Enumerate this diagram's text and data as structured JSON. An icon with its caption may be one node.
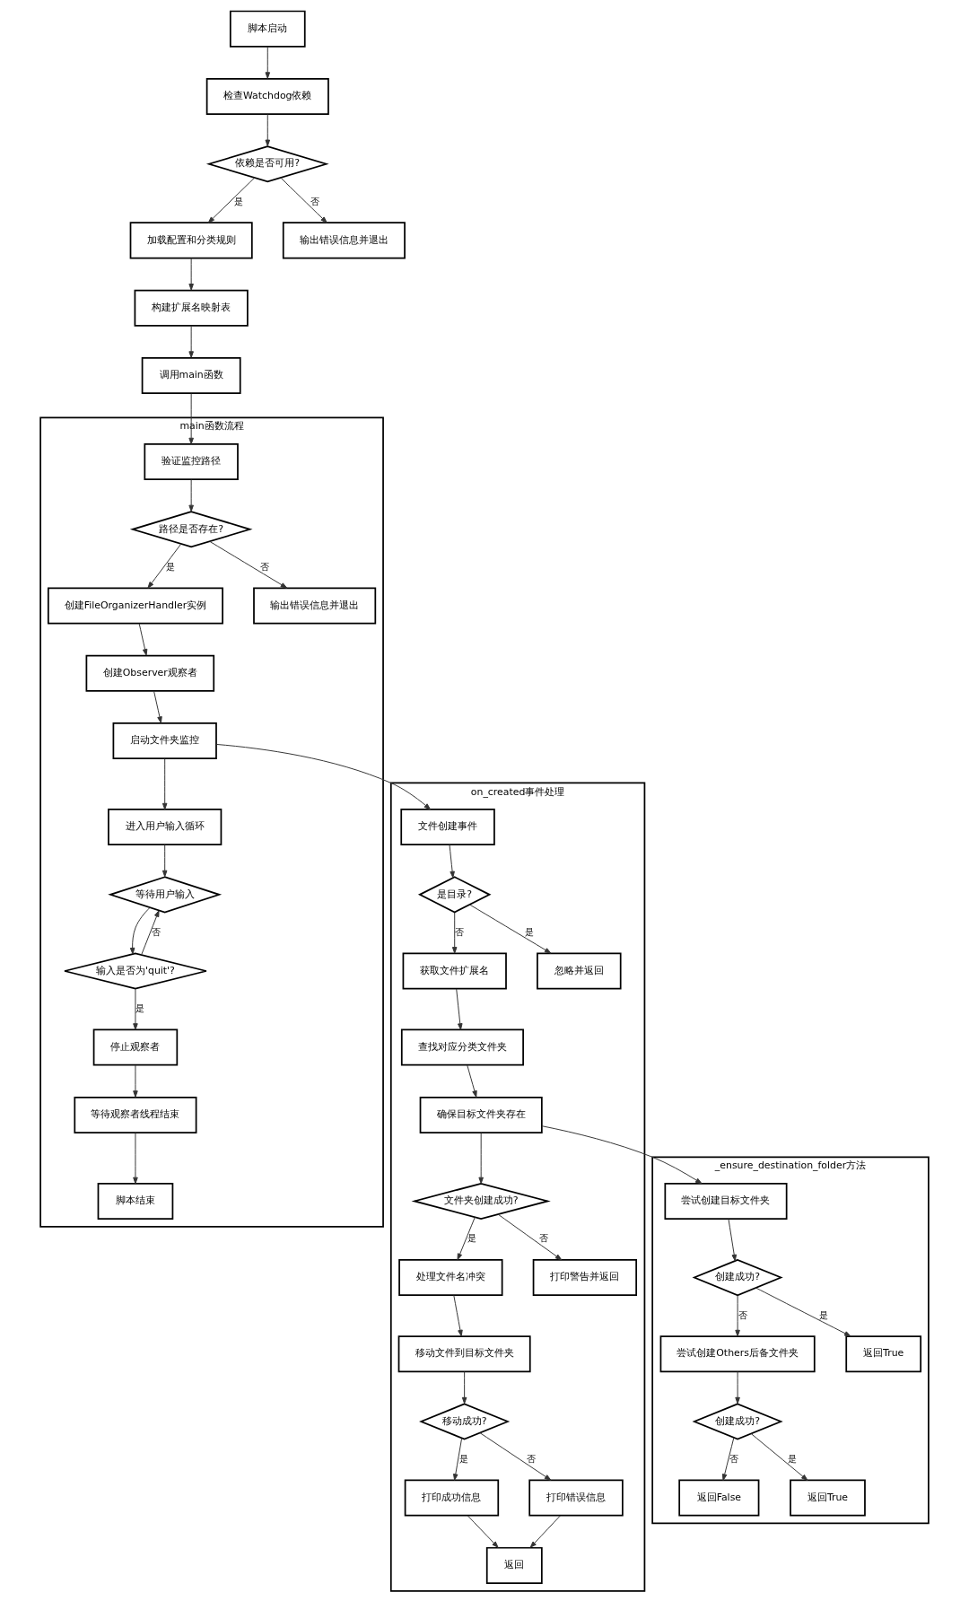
{
  "diagram": {
    "nodes": [
      {
        "text": [
          "脚本启动"
        ]
      },
      {
        "text": [
          "检查Watchdog依赖"
        ]
      },
      {
        "text": [
          "依赖是否可用?"
        ]
      },
      {
        "text": [
          "加载配置和分类规则"
        ]
      },
      {
        "text": [
          "输出错误信息并退出"
        ]
      },
      {
        "text": [
          "构建扩展名映射表"
        ]
      },
      {
        "text": [
          "调用main函数"
        ]
      },
      {
        "text": [
          "main函数流程"
        ]
      },
      {
        "text": [
          "验证监控路径"
        ],
        "in": 7
      },
      {
        "text": [
          "路径是否存在?"
        ],
        "in": 7
      },
      {
        "text": [
          "创建FileOrganizerHandler实例"
        ],
        "in": 7
      },
      {
        "text": [
          "输出错误信息并退出"
        ],
        "in": 7
      },
      {
        "text": [
          "创建Observer观察者"
        ],
        "in": 7
      },
      {
        "text": [
          "启动文件夹监控"
        ],
        "in": 7
      },
      {
        "text": [
          "进入用户输入循环"
        ],
        "in": 7
      },
      {
        "text": [
          "等待用户输入"
        ],
        "in": 7
      },
      {
        "text": [
          "输入是否为'quit'?"
        ],
        "in": 7
      },
      {
        "text": [
          "停止观察者"
        ],
        "in": 7
      },
      {
        "text": [
          "等待观察者线程结束"
        ],
        "in": 7
      },
      {
        "text": [
          "脚本结束"
        ],
        "in": 7
      },
      {
        "text": [
          "on_created事件处理"
        ]
      },
      {
        "text": [
          "文件创建事件"
        ],
        "in": 20
      },
      {
        "text": [
          "是目录?"
        ],
        "in": 20
      },
      {
        "text": [
          "获取文件扩展名"
        ],
        "in": 20
      },
      {
        "text": [
          "忽略并返回"
        ],
        "in": 20
      },
      {
        "text": [
          "查找对应分类文件夹"
        ],
        "in": 20
      },
      {
        "text": [
          "确保目标文件夹存在"
        ],
        "in": 20
      },
      {
        "text": [
          "文件夹创建成功?"
        ],
        "in": 20
      },
      {
        "text": [
          "处理文件名冲突"
        ],
        "in": 20
      },
      {
        "text": [
          "打印警告并返回"
        ],
        "in": 20
      },
      {
        "text": [
          "移动文件到目标文件夹"
        ],
        "in": 20
      },
      {
        "text": [
          "移动成功?"
        ],
        "in": 20
      },
      {
        "text": [
          "打印成功信息"
        ],
        "in": 20
      },
      {
        "text": [
          "打印错误信息"
        ],
        "in": 20
      },
      {
        "text": [
          "返回"
        ],
        "in": 20
      },
      {
        "text": [
          "_ensure_destination_folder方法"
        ]
      },
      {
        "text": [
          "尝试创建目标文件夹"
        ],
        "in": 35
      },
      {
        "text": [
          "创建成功?"
        ],
        "in": 35
      },
      {
        "text": [
          "尝试创建Others后备文件夹"
        ],
        "in": 35
      },
      {
        "text": [
          "返回True"
        ],
        "in": 35
      },
      {
        "text": [
          "创建成功?"
        ],
        "in": 35
      },
      {
        "text": [
          "返回False"
        ],
        "in": 35
      },
      {
        "text": [
          "返回True"
        ],
        "in": 35
      }
    ],
    "edges": [
      {
        "from": 0,
        "to": 1,
        "arrow": "to"
      },
      {
        "from": 1,
        "to": 2,
        "arrow": "to"
      },
      {
        "from": 2,
        "to": 3,
        "label": "是",
        "arrow": "to"
      },
      {
        "from": 2,
        "to": 4,
        "label": "否",
        "arrow": "to"
      },
      {
        "from": 3,
        "to": 5,
        "arrow": "to"
      },
      {
        "from": 5,
        "to": 6,
        "arrow": "to"
      },
      {
        "from": 6,
        "to": 8,
        "arrow": "to"
      },
      {
        "from": 8,
        "to": 9,
        "arrow": "to"
      },
      {
        "from": 9,
        "to": 10,
        "label": "是",
        "arrow": "to"
      },
      {
        "from": 9,
        "to": 11,
        "label": "否",
        "arrow": "to"
      },
      {
        "from": 10,
        "to": 12,
        "arrow": "to"
      },
      {
        "from": 12,
        "to": 13,
        "arrow": "to"
      },
      {
        "from": 13,
        "to": 21,
        "arrow": "to"
      },
      {
        "from": 13,
        "to": 14,
        "arrow": "to"
      },
      {
        "from": 14,
        "to": 15,
        "arrow": "to"
      },
      {
        "from": 15,
        "to": 16,
        "arrow": "to"
      },
      {
        "from": 16,
        "to": 15,
        "label": "否",
        "arrow": "to"
      },
      {
        "from": 16,
        "to": 17,
        "label": "是",
        "arrow": "to"
      },
      {
        "from": 17,
        "to": 18,
        "arrow": "to"
      },
      {
        "from": 18,
        "to": 19,
        "arrow": "to"
      },
      {
        "from": 21,
        "to": 22,
        "arrow": "to"
      },
      {
        "from": 22,
        "to": 23,
        "label": "否",
        "arrow": "to"
      },
      {
        "from": 22,
        "to": 24,
        "label": "是",
        "arrow": "to"
      },
      {
        "from": 23,
        "to": 25,
        "arrow": "to"
      },
      {
        "from": 25,
        "to": 26,
        "arrow": "to"
      },
      {
        "from": 26,
        "to": 36,
        "arrow": "to"
      },
      {
        "from": 26,
        "to": 27,
        "arrow": "to"
      },
      {
        "from": 27,
        "to": 28,
        "label": "是",
        "arrow": "to"
      },
      {
        "from": 27,
        "to": 29,
        "label": "否",
        "arrow": "to"
      },
      {
        "from": 28,
        "to": 30,
        "arrow": "to"
      },
      {
        "from": 30,
        "to": 31,
        "arrow": "to"
      },
      {
        "from": 31,
        "to": 32,
        "label": "是",
        "arrow": "to"
      },
      {
        "from": 31,
        "to": 33,
        "label": "否",
        "arrow": "to"
      },
      {
        "from": 32,
        "to": 34,
        "arrow": "to"
      },
      {
        "from": 33,
        "to": 34,
        "arrow": "to"
      },
      {
        "from": 36,
        "to": 37,
        "arrow": "to"
      },
      {
        "from": 37,
        "to": 38,
        "label": "否",
        "arrow": "to"
      },
      {
        "from": 37,
        "to": 39,
        "label": "是",
        "arrow": "to"
      },
      {
        "from": 38,
        "to": 40,
        "arrow": "to"
      },
      {
        "from": 40,
        "to": 41,
        "label": "否",
        "arrow": "to"
      },
      {
        "from": 40,
        "to": 42,
        "label": "是",
        "arrow": "to"
      }
    ]
  }
}
